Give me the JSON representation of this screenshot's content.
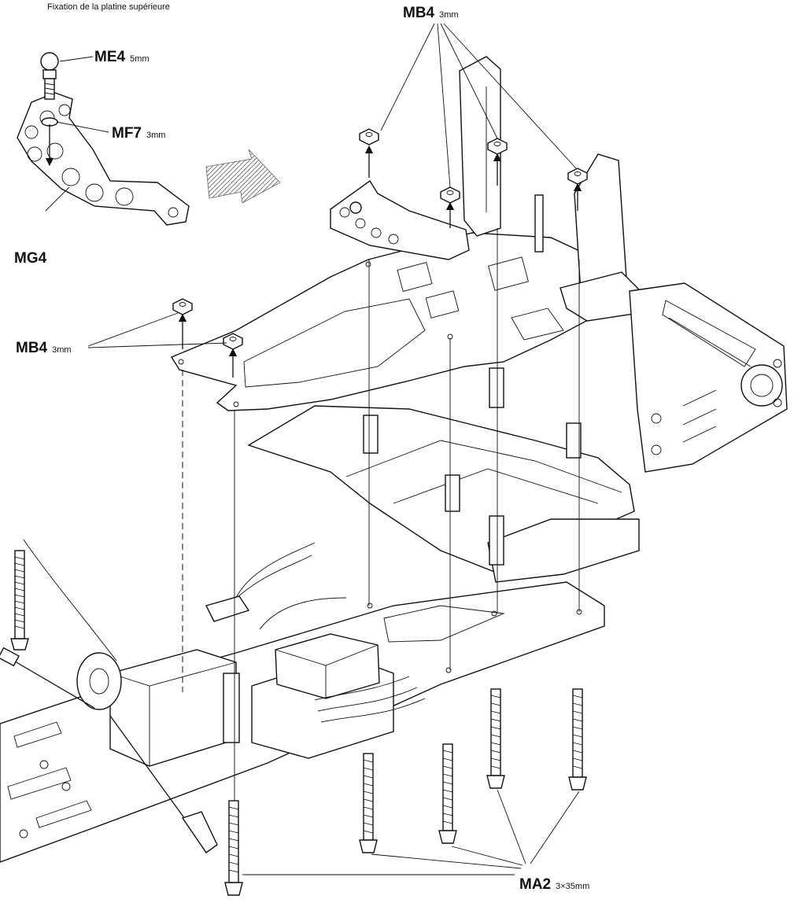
{
  "caption": "Fixation de la platine supérieure",
  "labels": {
    "me4": {
      "part": "ME4",
      "size": "5mm"
    },
    "mf7": {
      "part": "MF7",
      "size": "3mm"
    },
    "mg4": {
      "part": "MG4"
    },
    "mb4_top": {
      "part": "MB4",
      "size": "3mm"
    },
    "mb4_left": {
      "part": "MB4",
      "size": "3mm"
    },
    "ma2": {
      "part": "MA2",
      "size": "3×35mm"
    }
  },
  "colors": {
    "ink": "#111111",
    "paper": "#ffffff",
    "arrow": "#8a8a8a"
  }
}
